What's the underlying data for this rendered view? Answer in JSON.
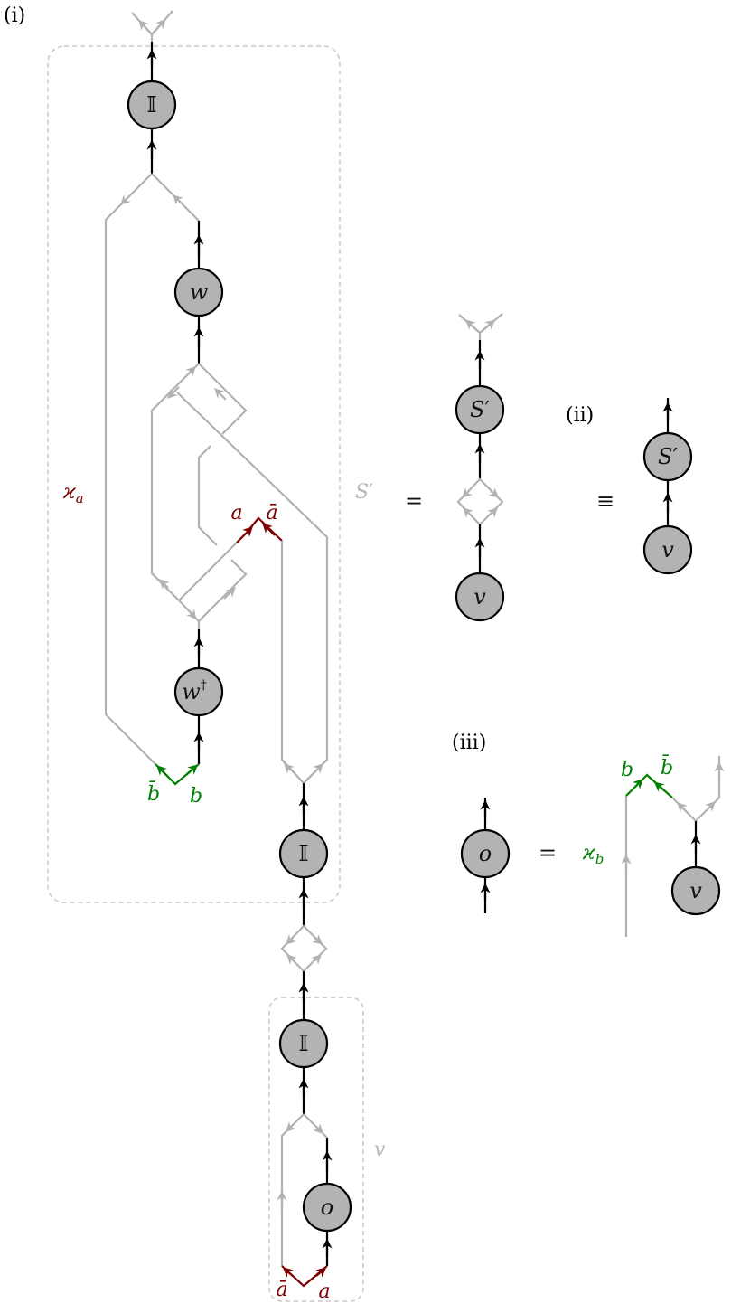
{
  "panels": {
    "i": "(i)",
    "ii": "(ii)",
    "iii": "(iii)"
  },
  "nodes": {
    "identity": "𝕀",
    "w": "w",
    "w_dagger": "w",
    "dagger": "†",
    "s_prime": "S",
    "prime": "′",
    "v": "v",
    "o": "o"
  },
  "labels": {
    "kappa_a": "ϰ",
    "kappa_a_sub": "a",
    "kappa_b": "ϰ",
    "kappa_b_sub": "b",
    "a": "a",
    "a_bar": "ā",
    "b": "b",
    "b_bar": "b̄",
    "s_prime_box": "S",
    "v_box": "v"
  },
  "operators": {
    "equals": "=",
    "equiv": "≡"
  },
  "colors": {
    "gray_wire": "#b2b2b2",
    "black_wire": "#000000",
    "red_wire": "#7f0000",
    "green_wire": "#008000",
    "node_fill": "#b3b3b3",
    "box_dash": "#c8c8c8"
  }
}
